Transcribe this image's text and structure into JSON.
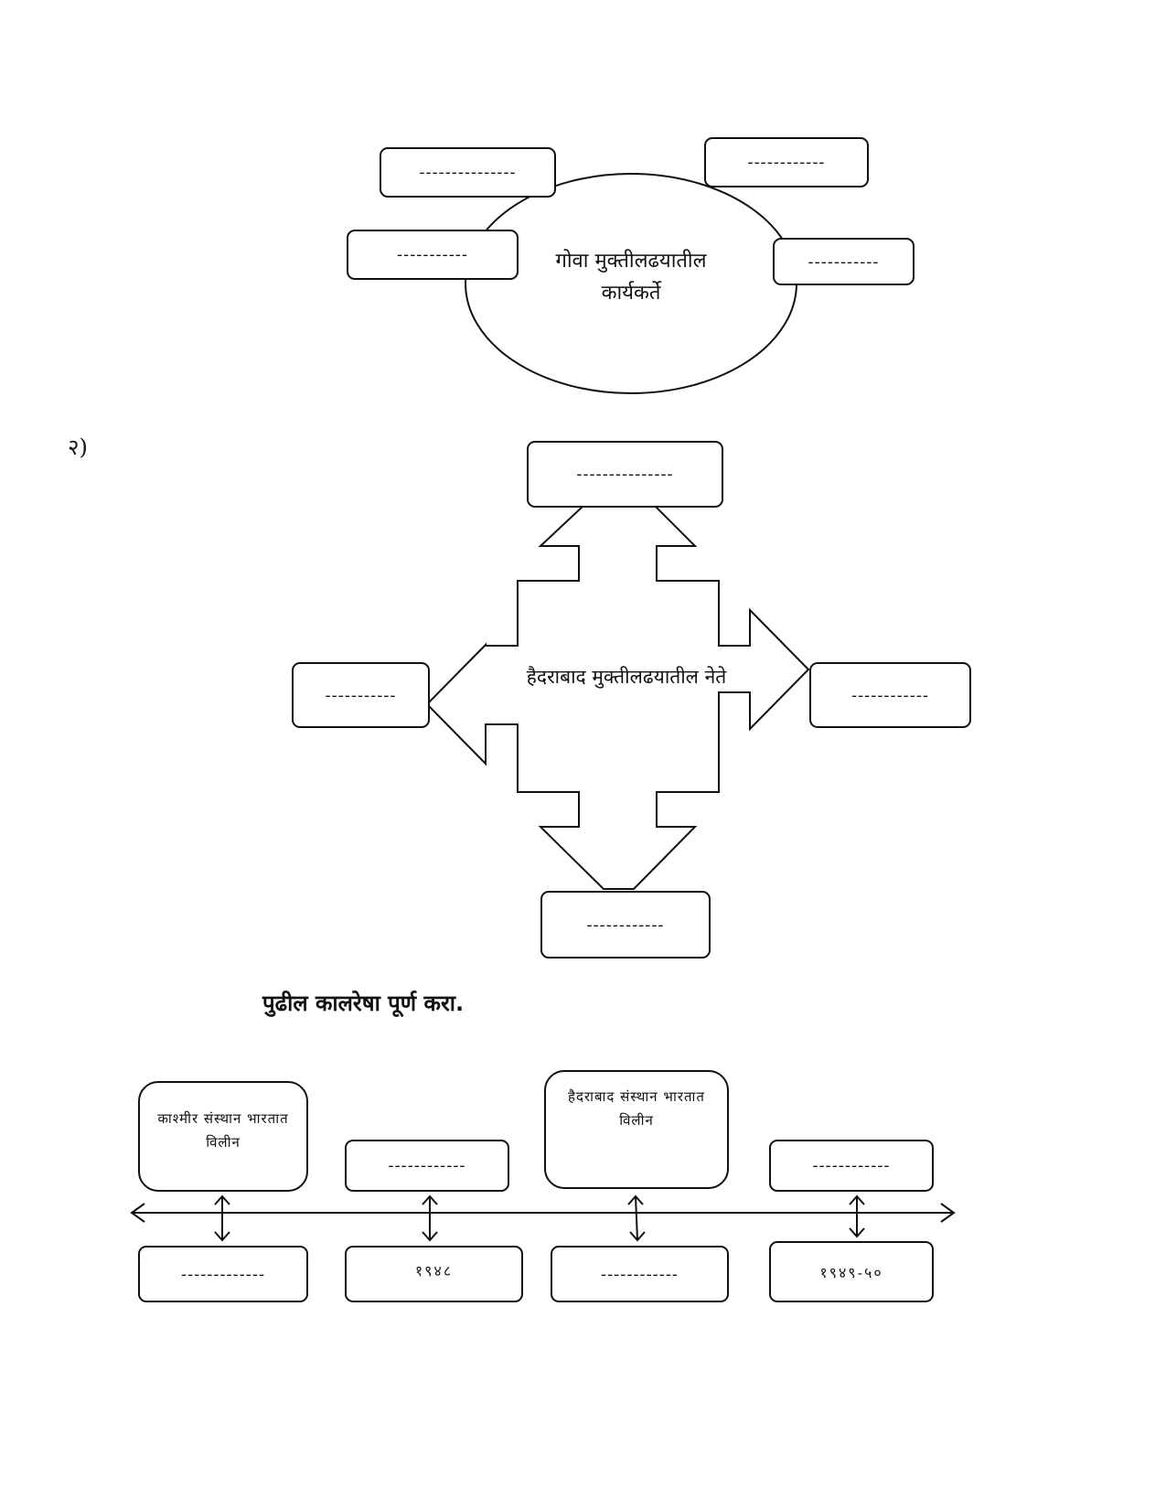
{
  "goa_diagram": {
    "center_line1": "गोवा मुक्तीलढयातील",
    "center_line2": "कार्यकर्ते",
    "box_top_left": "---------------",
    "box_top_right": "------------",
    "box_mid_left": "-----------",
    "box_mid_right": "-----------"
  },
  "question_number": "२)",
  "hyderabad_diagram": {
    "center": "हैदराबाद मुक्तीलढयातील नेते",
    "box_top": "---------------",
    "box_left": "-----------",
    "box_right": "------------",
    "box_bottom": "------------"
  },
  "timeline": {
    "heading": "पुढील कालरेषा पूर्ण करा.",
    "events": [
      {
        "line1": "काश्मीर संस्थान भारतात",
        "line2": "विलीन"
      },
      {
        "text": "------------"
      },
      {
        "line1": "हैदराबाद संस्थान भारतात",
        "line2": "विलीन"
      },
      {
        "text": "------------"
      }
    ],
    "years": [
      {
        "text": "-------------"
      },
      {
        "text": "१९४८"
      },
      {
        "text": "------------"
      },
      {
        "text": "१९४९-५०"
      }
    ]
  }
}
